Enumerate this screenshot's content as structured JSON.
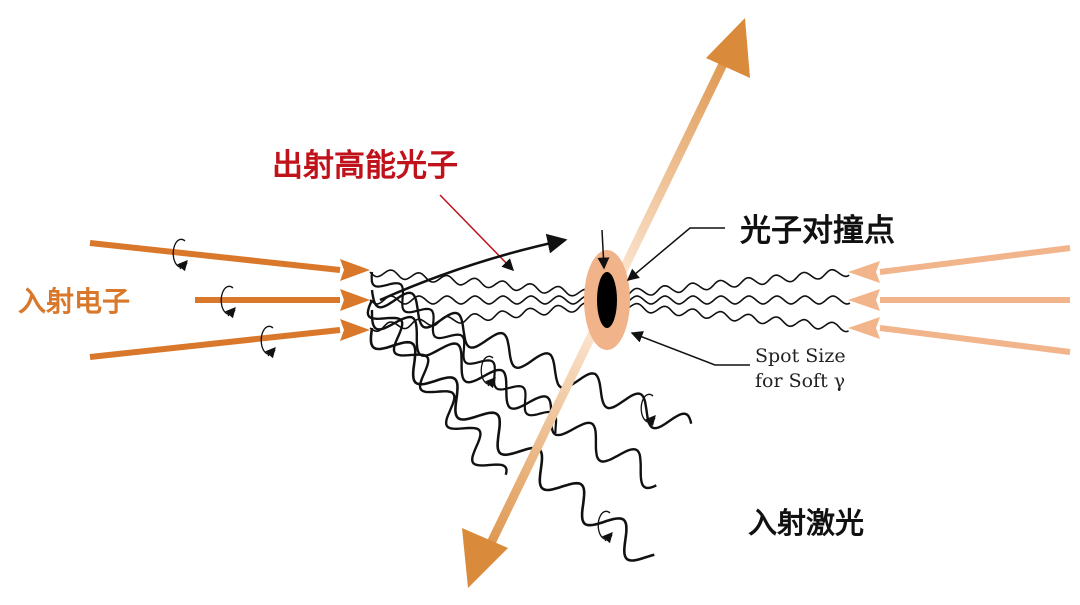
{
  "labels": {
    "outgoing_photons": "出射高能光子",
    "incident_electrons": "入射电子",
    "collision_point": "光子对撞点",
    "spot_size_line1": "Spot Size",
    "spot_size_line2": "for Soft γ",
    "incident_laser": "入射激光"
  },
  "colors": {
    "electron": "#d9782a",
    "laser": "#f2b48a",
    "photon_label": "#c0121b",
    "spot": "#f0b38a"
  }
}
